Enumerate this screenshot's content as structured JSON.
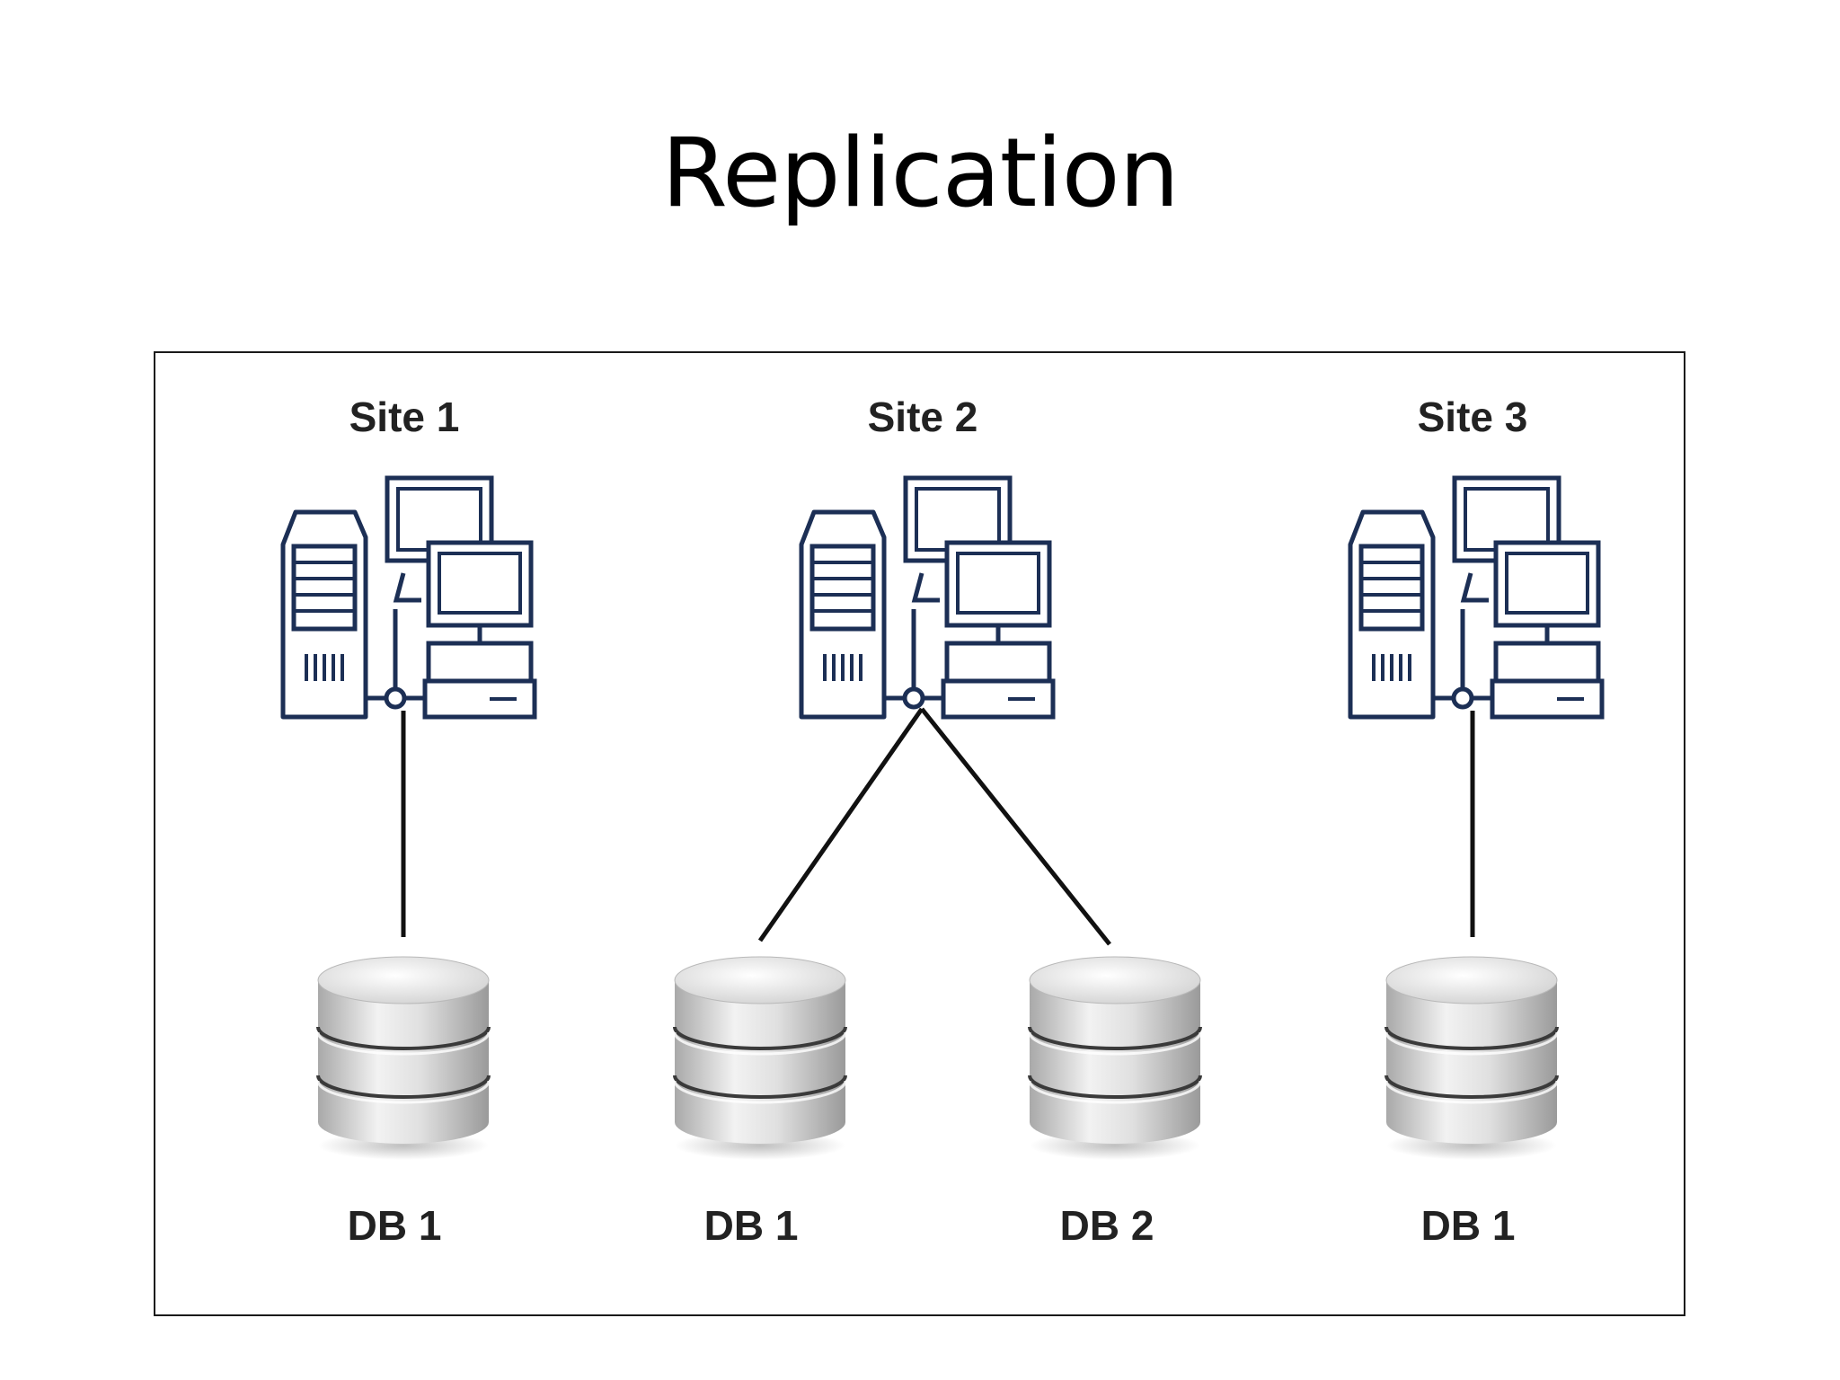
{
  "slide": {
    "title": "Replication"
  },
  "sites": [
    {
      "label": "Site 1"
    },
    {
      "label": "Site 2"
    },
    {
      "label": "Site 3"
    }
  ],
  "databases": [
    {
      "label": "DB 1",
      "site": "Site 1"
    },
    {
      "label": "DB 1",
      "site": "Site 2"
    },
    {
      "label": "DB 2",
      "site": "Site 2"
    },
    {
      "label": "DB 1",
      "site": "Site 3"
    }
  ],
  "connections": [
    {
      "from": "Site 1",
      "to": 0
    },
    {
      "from": "Site 2",
      "to": 1
    },
    {
      "from": "Site 2",
      "to": 2
    },
    {
      "from": "Site 3",
      "to": 3
    }
  ],
  "colors": {
    "icon_stroke": "#1c2f55",
    "db_fill": "#d9d9d9",
    "line": "#111111"
  },
  "icons": {
    "site": "server-workstation-icon",
    "db": "database-cylinder-icon"
  }
}
